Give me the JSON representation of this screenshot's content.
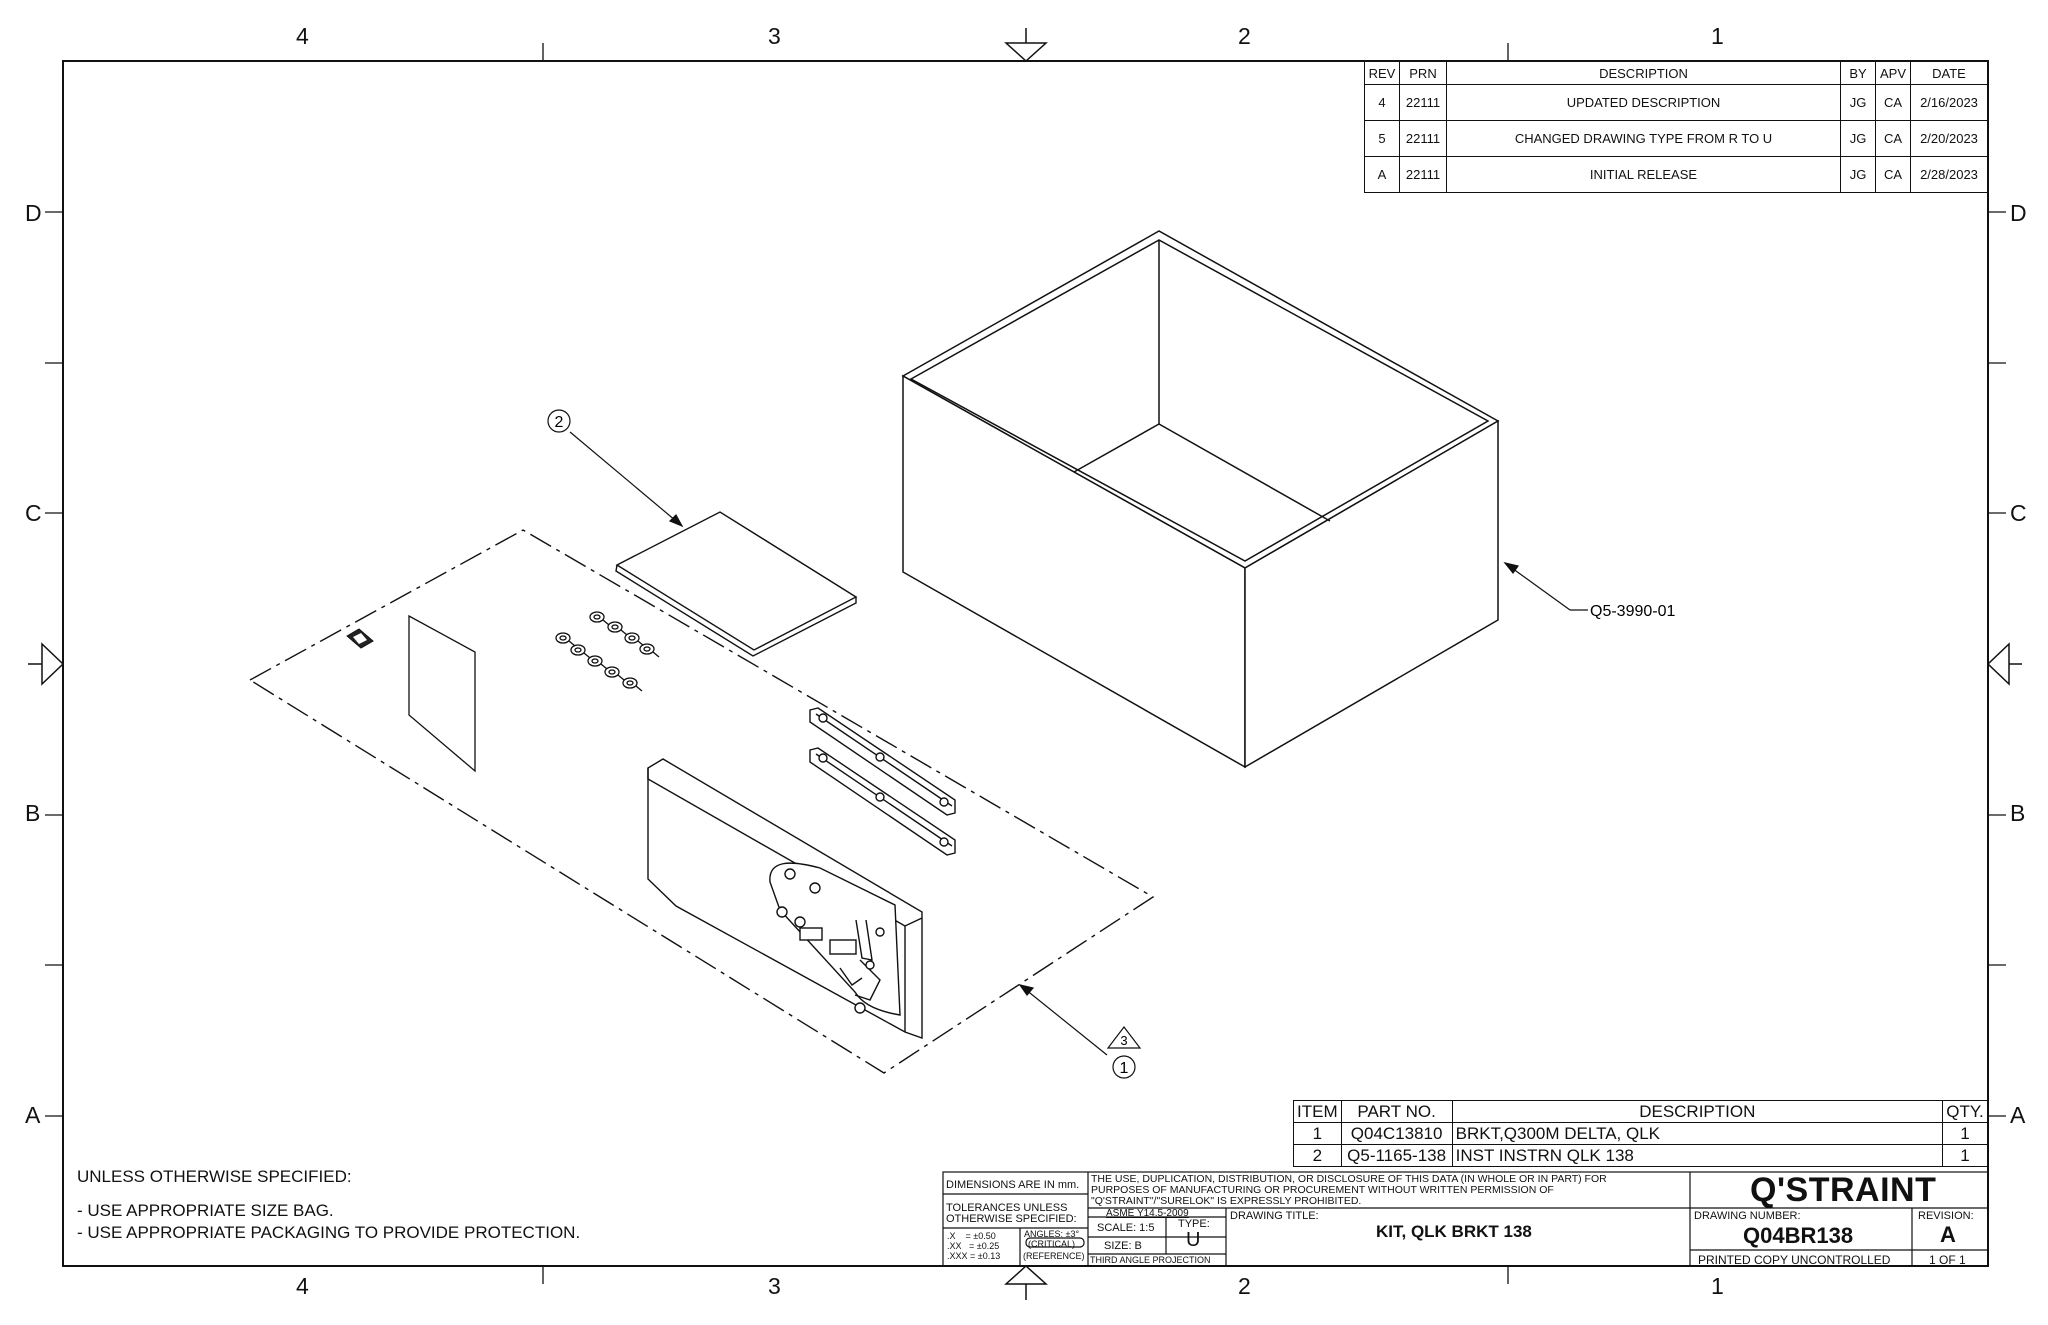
{
  "zones": {
    "top_columns": [
      "4",
      "3",
      "2",
      "1"
    ],
    "bottom_columns": [
      "4",
      "3",
      "2",
      "1"
    ],
    "rows_left": [
      "D",
      "C",
      "B",
      "A"
    ],
    "rows_right": [
      "D",
      "C",
      "B",
      "A"
    ]
  },
  "revision_table": {
    "headers": [
      "REV",
      "PRN",
      "DESCRIPTION",
      "BY",
      "APV",
      "DATE"
    ],
    "rows": [
      [
        "4",
        "22111",
        "UPDATED DESCRIPTION",
        "JG",
        "CA",
        "2/16/2023"
      ],
      [
        "5",
        "22111",
        "CHANGED DRAWING TYPE FROM R TO U",
        "JG",
        "CA",
        "2/20/2023"
      ],
      [
        "A",
        "22111",
        "INITIAL RELEASE",
        "JG",
        "CA",
        "2/28/2023"
      ]
    ]
  },
  "callouts": {
    "balloon_1": "1",
    "balloon_2": "2",
    "balloon_3": "3",
    "box_part_number": "Q5-3990-01"
  },
  "bom": {
    "headers": [
      "ITEM",
      "PART NO.",
      "DESCRIPTION",
      "QTY."
    ],
    "rows": [
      [
        "1",
        "Q04C13810",
        "BRKT,Q300M DELTA, QLK",
        "1"
      ],
      [
        "2",
        "Q5-1165-138",
        "INST INSTRN QLK 138",
        "1"
      ]
    ]
  },
  "notes": {
    "heading": "UNLESS OTHERWISE SPECIFIED:",
    "lines": [
      "- USE APPROPRIATE SIZE BAG.",
      "- USE APPROPRIATE PACKAGING TO PROVIDE PROTECTION."
    ]
  },
  "title_block": {
    "dimensions": "DIMENSIONS ARE IN mm.",
    "tolerances_1": "TOLERANCES UNLESS",
    "tolerances_2": "OTHERWISE SPECIFIED:",
    "tol_x": ".X    = ±0.50",
    "tol_xx": ".XX   = ±0.25",
    "tol_xxx": ".XXX = ±0.13",
    "angles": "ANGLES: ±3°",
    "critical": "(CRITICAL)",
    "reference": "(REFERENCE)",
    "disclaimer_1": "THE USE, DUPLICATION, DISTRIBUTION, OR DISCLOSURE OF THIS DATA (IN WHOLE OR IN PART) FOR",
    "disclaimer_2": "PURPOSES OF MANUFACTURING OR PROCUREMENT WITHOUT WRITTEN PERMISSION OF",
    "disclaimer_3": "\"Q'STRAINT\"/\"SURELOK\" IS EXPRESSLY PROHIBITED.",
    "standard": "ASME Y14.5-2009",
    "scale": "SCALE: 1:5",
    "type_label": "TYPE:",
    "type_value": "U",
    "size": "SIZE: B",
    "projection": "THIRD ANGLE PROJECTION",
    "drawing_title_label": "DRAWING TITLE:",
    "drawing_title": "KIT, QLK BRKT 138",
    "company": "Q'STRAINT",
    "drawing_number_label": "DRAWING NUMBER:",
    "drawing_number": "Q04BR138",
    "revision_label": "REVISION:",
    "revision": "A",
    "printed_copy": "PRINTED COPY UNCONTROLLED",
    "sheet": "1 OF 1"
  }
}
